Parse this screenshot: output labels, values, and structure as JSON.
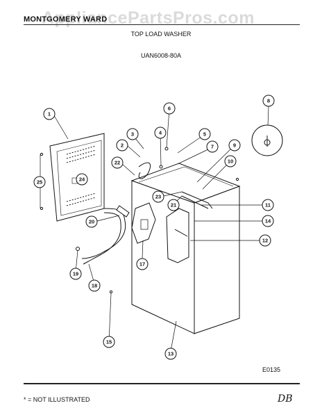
{
  "header": {
    "brand": "MONTGOMERY WARD",
    "title": "TOP LOAD WASHER",
    "model": "UAN6008-80A"
  },
  "watermark": "AppliancePartsPros.com",
  "diagram_code": "E0135",
  "footnote": "* = NOT ILLUSTRATED",
  "handwritten_initials": "DB",
  "callouts": [
    {
      "label": "1"
    },
    {
      "label": "2"
    },
    {
      "label": "3"
    },
    {
      "label": "4"
    },
    {
      "label": "5"
    },
    {
      "label": "6"
    },
    {
      "label": "7"
    },
    {
      "label": "8"
    },
    {
      "label": "9"
    },
    {
      "label": "10"
    },
    {
      "label": "11"
    },
    {
      "label": "12"
    },
    {
      "label": "13"
    },
    {
      "label": "14"
    },
    {
      "label": "15"
    },
    {
      "label": "17"
    },
    {
      "label": "18"
    },
    {
      "label": "19"
    },
    {
      "label": "20"
    },
    {
      "label": "21"
    },
    {
      "label": "22"
    },
    {
      "label": "23"
    },
    {
      "label": "24"
    },
    {
      "label": "25"
    }
  ]
}
